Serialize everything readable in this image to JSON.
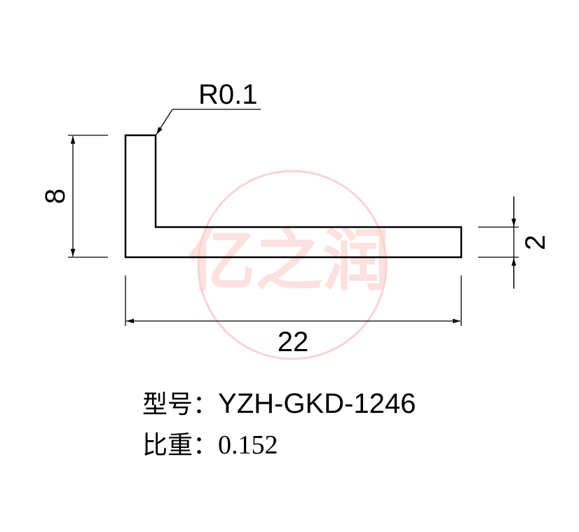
{
  "drawing": {
    "radius_label": "R0.1",
    "dimensions": {
      "height": "8",
      "thickness": "2",
      "width": "22"
    },
    "watermark": {
      "text": "亿之润",
      "color": "#e8554f"
    }
  },
  "spec": {
    "model_label": "型号：",
    "model_value": "YZH-GKD-1246",
    "weight_label": "比重：",
    "weight_value": "0.152"
  }
}
